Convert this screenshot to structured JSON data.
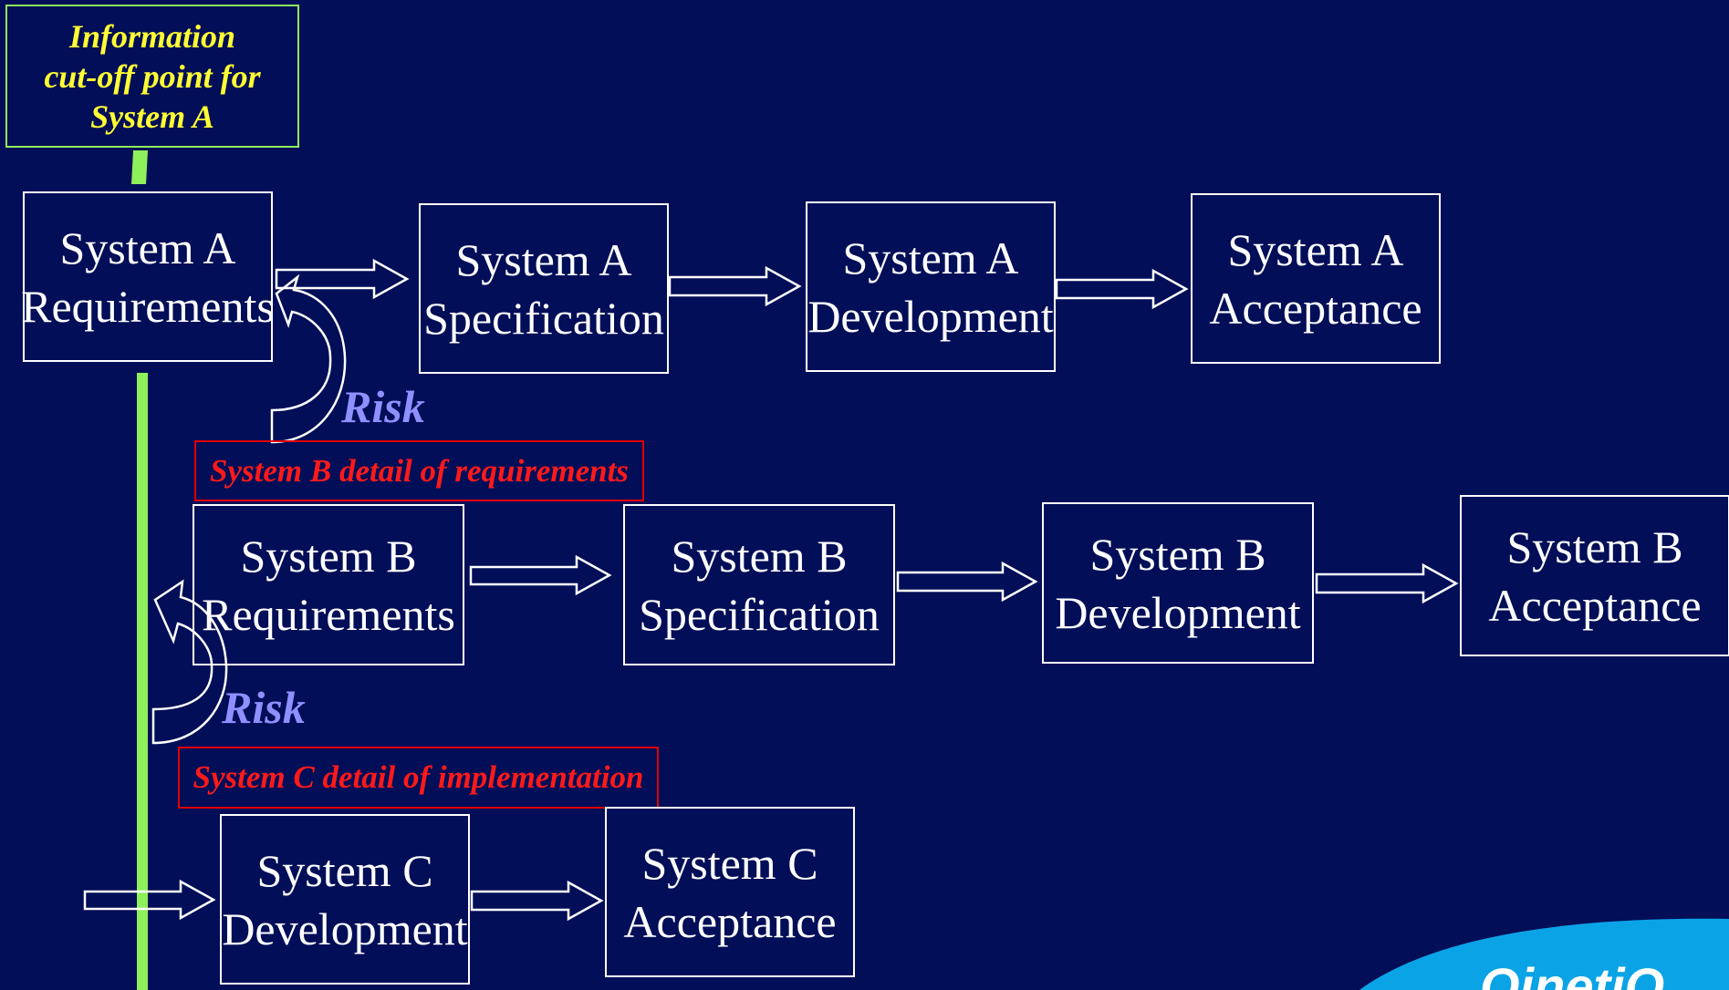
{
  "callout": {
    "lines": [
      "Information",
      "cut-off point for",
      "System A"
    ]
  },
  "systems": {
    "a": {
      "requirements": [
        "System A",
        "Requirements"
      ],
      "specification": [
        "System A",
        "Specification"
      ],
      "development": [
        "System A",
        "Development"
      ],
      "acceptance": [
        "System A",
        "Acceptance"
      ]
    },
    "b": {
      "requirements": [
        "System B",
        "Requirements"
      ],
      "specification": [
        "System B",
        "Specification"
      ],
      "development": [
        "System B",
        "Development"
      ],
      "acceptance": [
        "System B",
        "Acceptance"
      ]
    },
    "c": {
      "development": [
        "System C",
        "Development"
      ],
      "acceptance": [
        "System C",
        "Acceptance"
      ]
    }
  },
  "notes": {
    "system_b_detail": "System B detail of requirements",
    "system_c_detail": "System C detail of implementation"
  },
  "risk_labels": [
    "Risk",
    "Risk"
  ],
  "logo": {
    "text": "QinetiQ"
  },
  "colors": {
    "background": "#020e57",
    "box_border": "#ffffff",
    "callout_text": "#ffff33",
    "cutoff_line": "#8ef05a",
    "note_text": "#ff1a1a",
    "risk_text": "#8f8fff",
    "logo_blue": "#0aa3e6"
  }
}
